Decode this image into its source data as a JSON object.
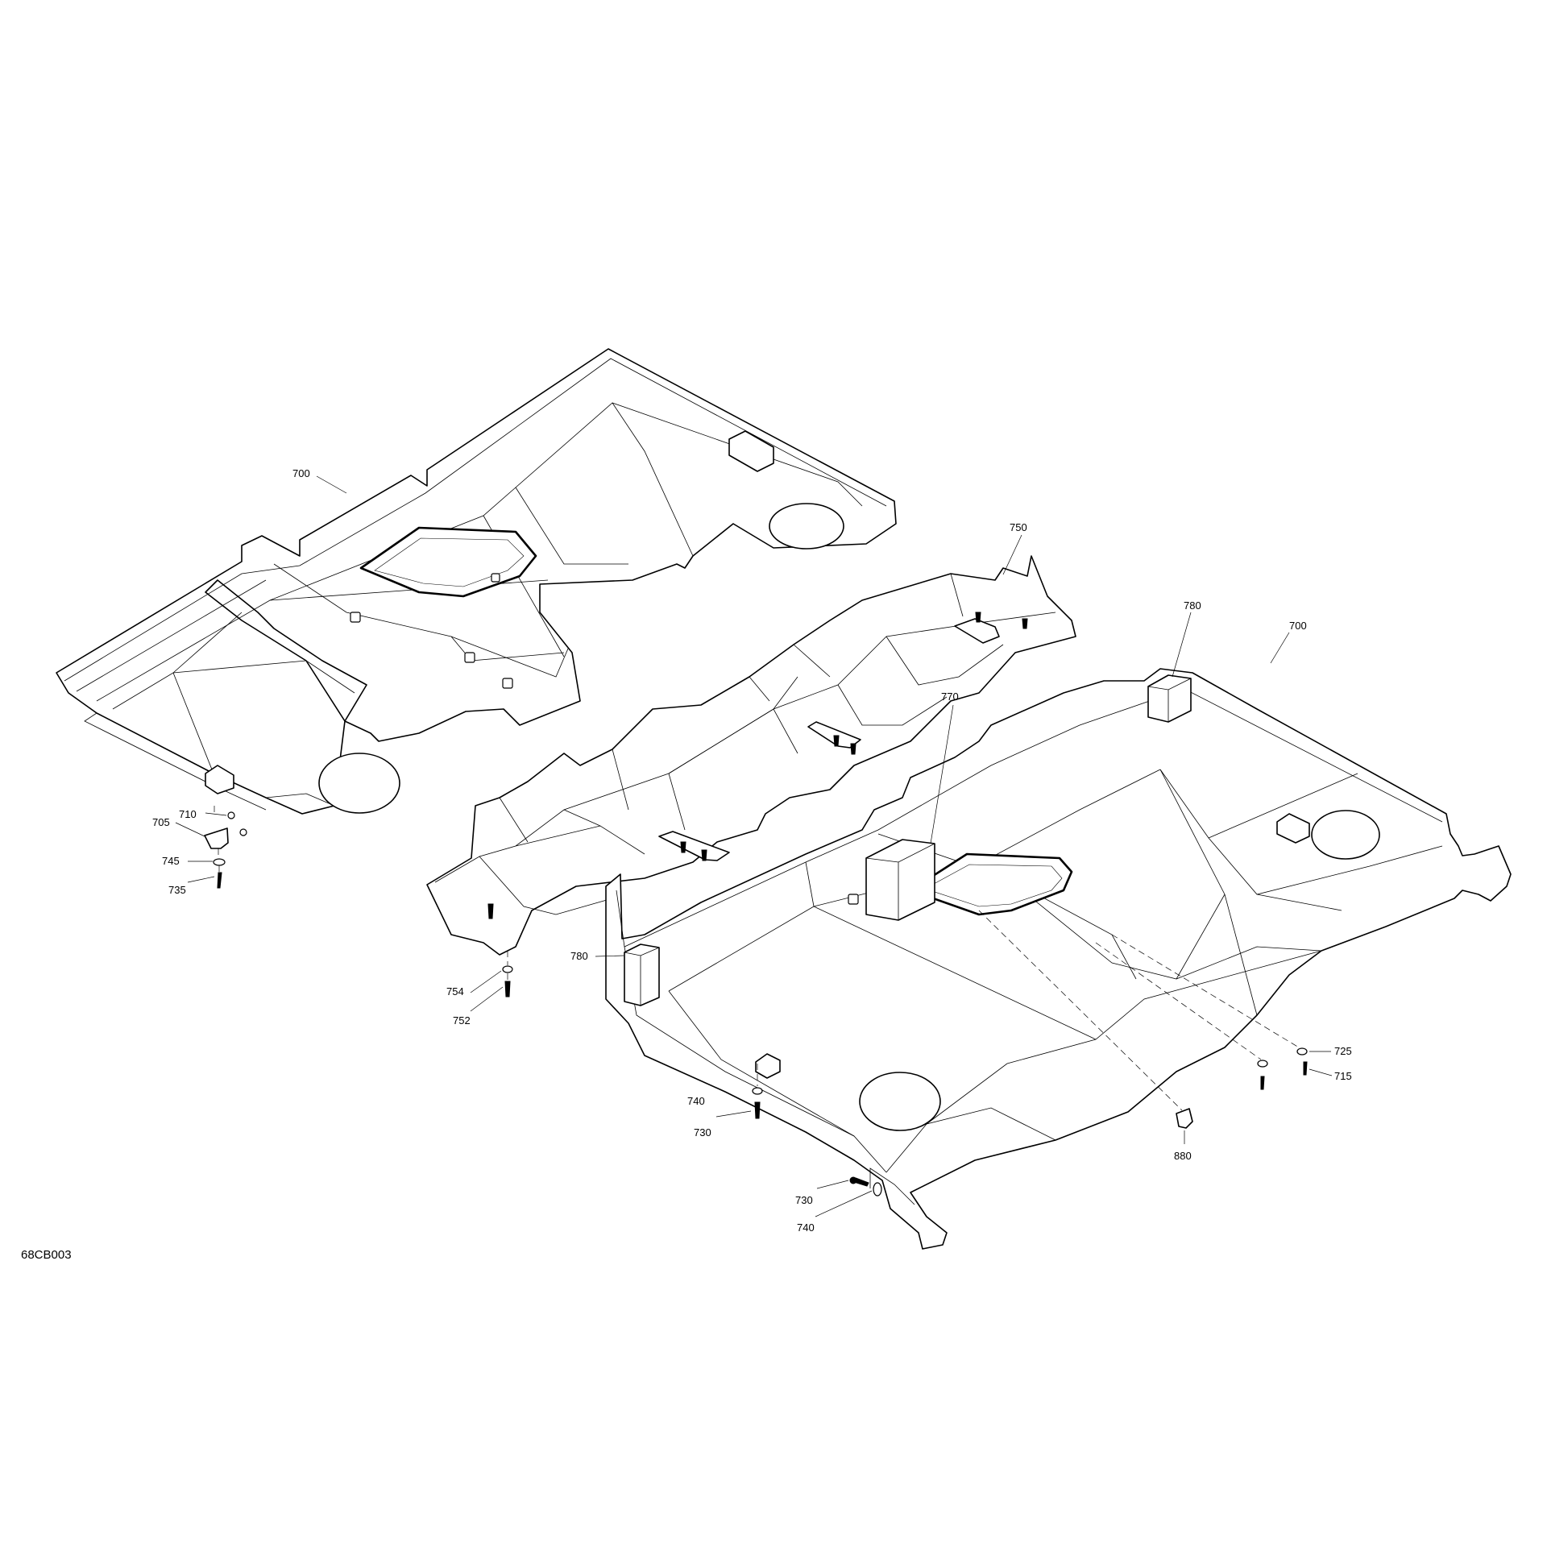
{
  "diagram_code": "68CB003",
  "callouts": {
    "c700_left": "700",
    "c710": "710",
    "c705": "705",
    "c745": "745",
    "c735": "735",
    "c750": "750",
    "c754": "754",
    "c752": "752",
    "c770": "770",
    "c780_top": "780",
    "c780_left": "780",
    "c700_right": "700",
    "c725": "725",
    "c715": "715",
    "c880": "880",
    "c740_a": "740",
    "c730_a": "730",
    "c730_b": "730",
    "c740_b": "740"
  }
}
